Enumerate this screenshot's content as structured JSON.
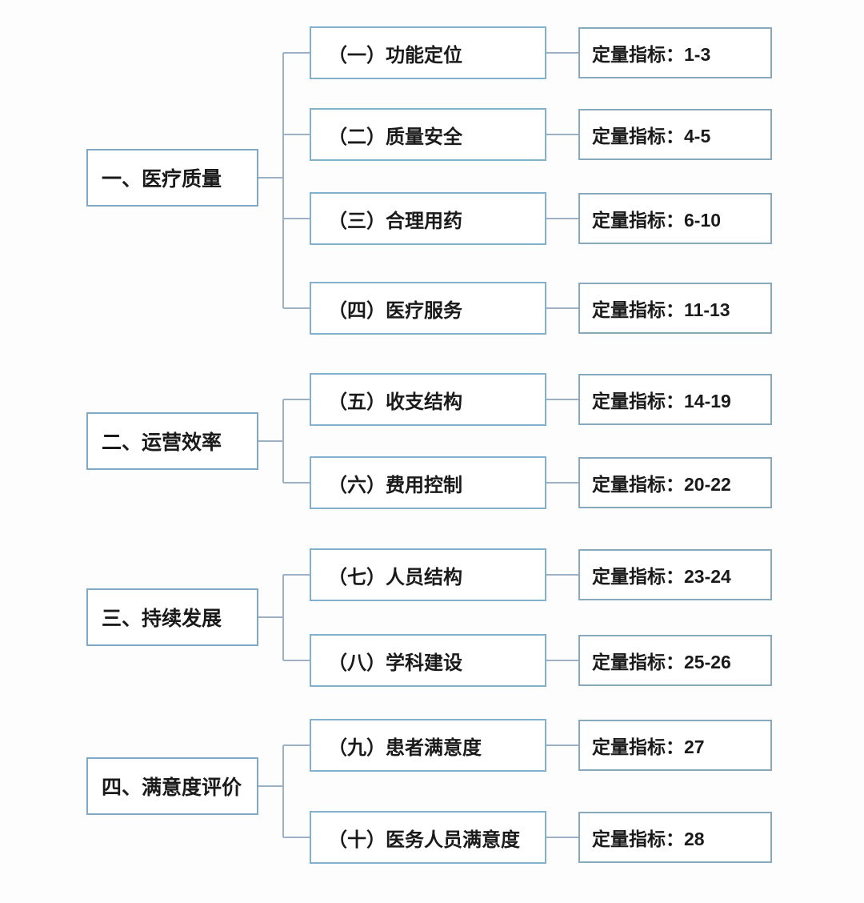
{
  "diagram": {
    "kind": "indicator-hierarchy-tree",
    "colors": {
      "box_border_blue": "#82b1ce",
      "connector_line": "#9db1c5",
      "text": "#1a1a1a",
      "background": "#fdfdfd"
    },
    "groups": [
      {
        "label": "一、医疗质量",
        "children": [
          {
            "label": "（一）功能定位",
            "indicator": "定量指标：1-3"
          },
          {
            "label": "（二）质量安全",
            "indicator": "定量指标：4-5"
          },
          {
            "label": "（三）合理用药",
            "indicator": "定量指标：6-10"
          },
          {
            "label": "（四）医疗服务",
            "indicator": "定量指标：11-13"
          }
        ]
      },
      {
        "label": "二、运营效率",
        "children": [
          {
            "label": "（五）收支结构",
            "indicator": "定量指标：14-19"
          },
          {
            "label": "（六）费用控制",
            "indicator": "定量指标：20-22"
          }
        ]
      },
      {
        "label": "三、持续发展",
        "children": [
          {
            "label": "（七）人员结构",
            "indicator": "定量指标：23-24"
          },
          {
            "label": "（八）学科建设",
            "indicator": "定量指标：25-26"
          }
        ]
      },
      {
        "label": "四、满意度评价",
        "children": [
          {
            "label": "（九）患者满意度",
            "indicator": "定量指标：27"
          },
          {
            "label": "（十）医务人员满意度",
            "indicator": "定量指标：28"
          }
        ]
      }
    ]
  }
}
